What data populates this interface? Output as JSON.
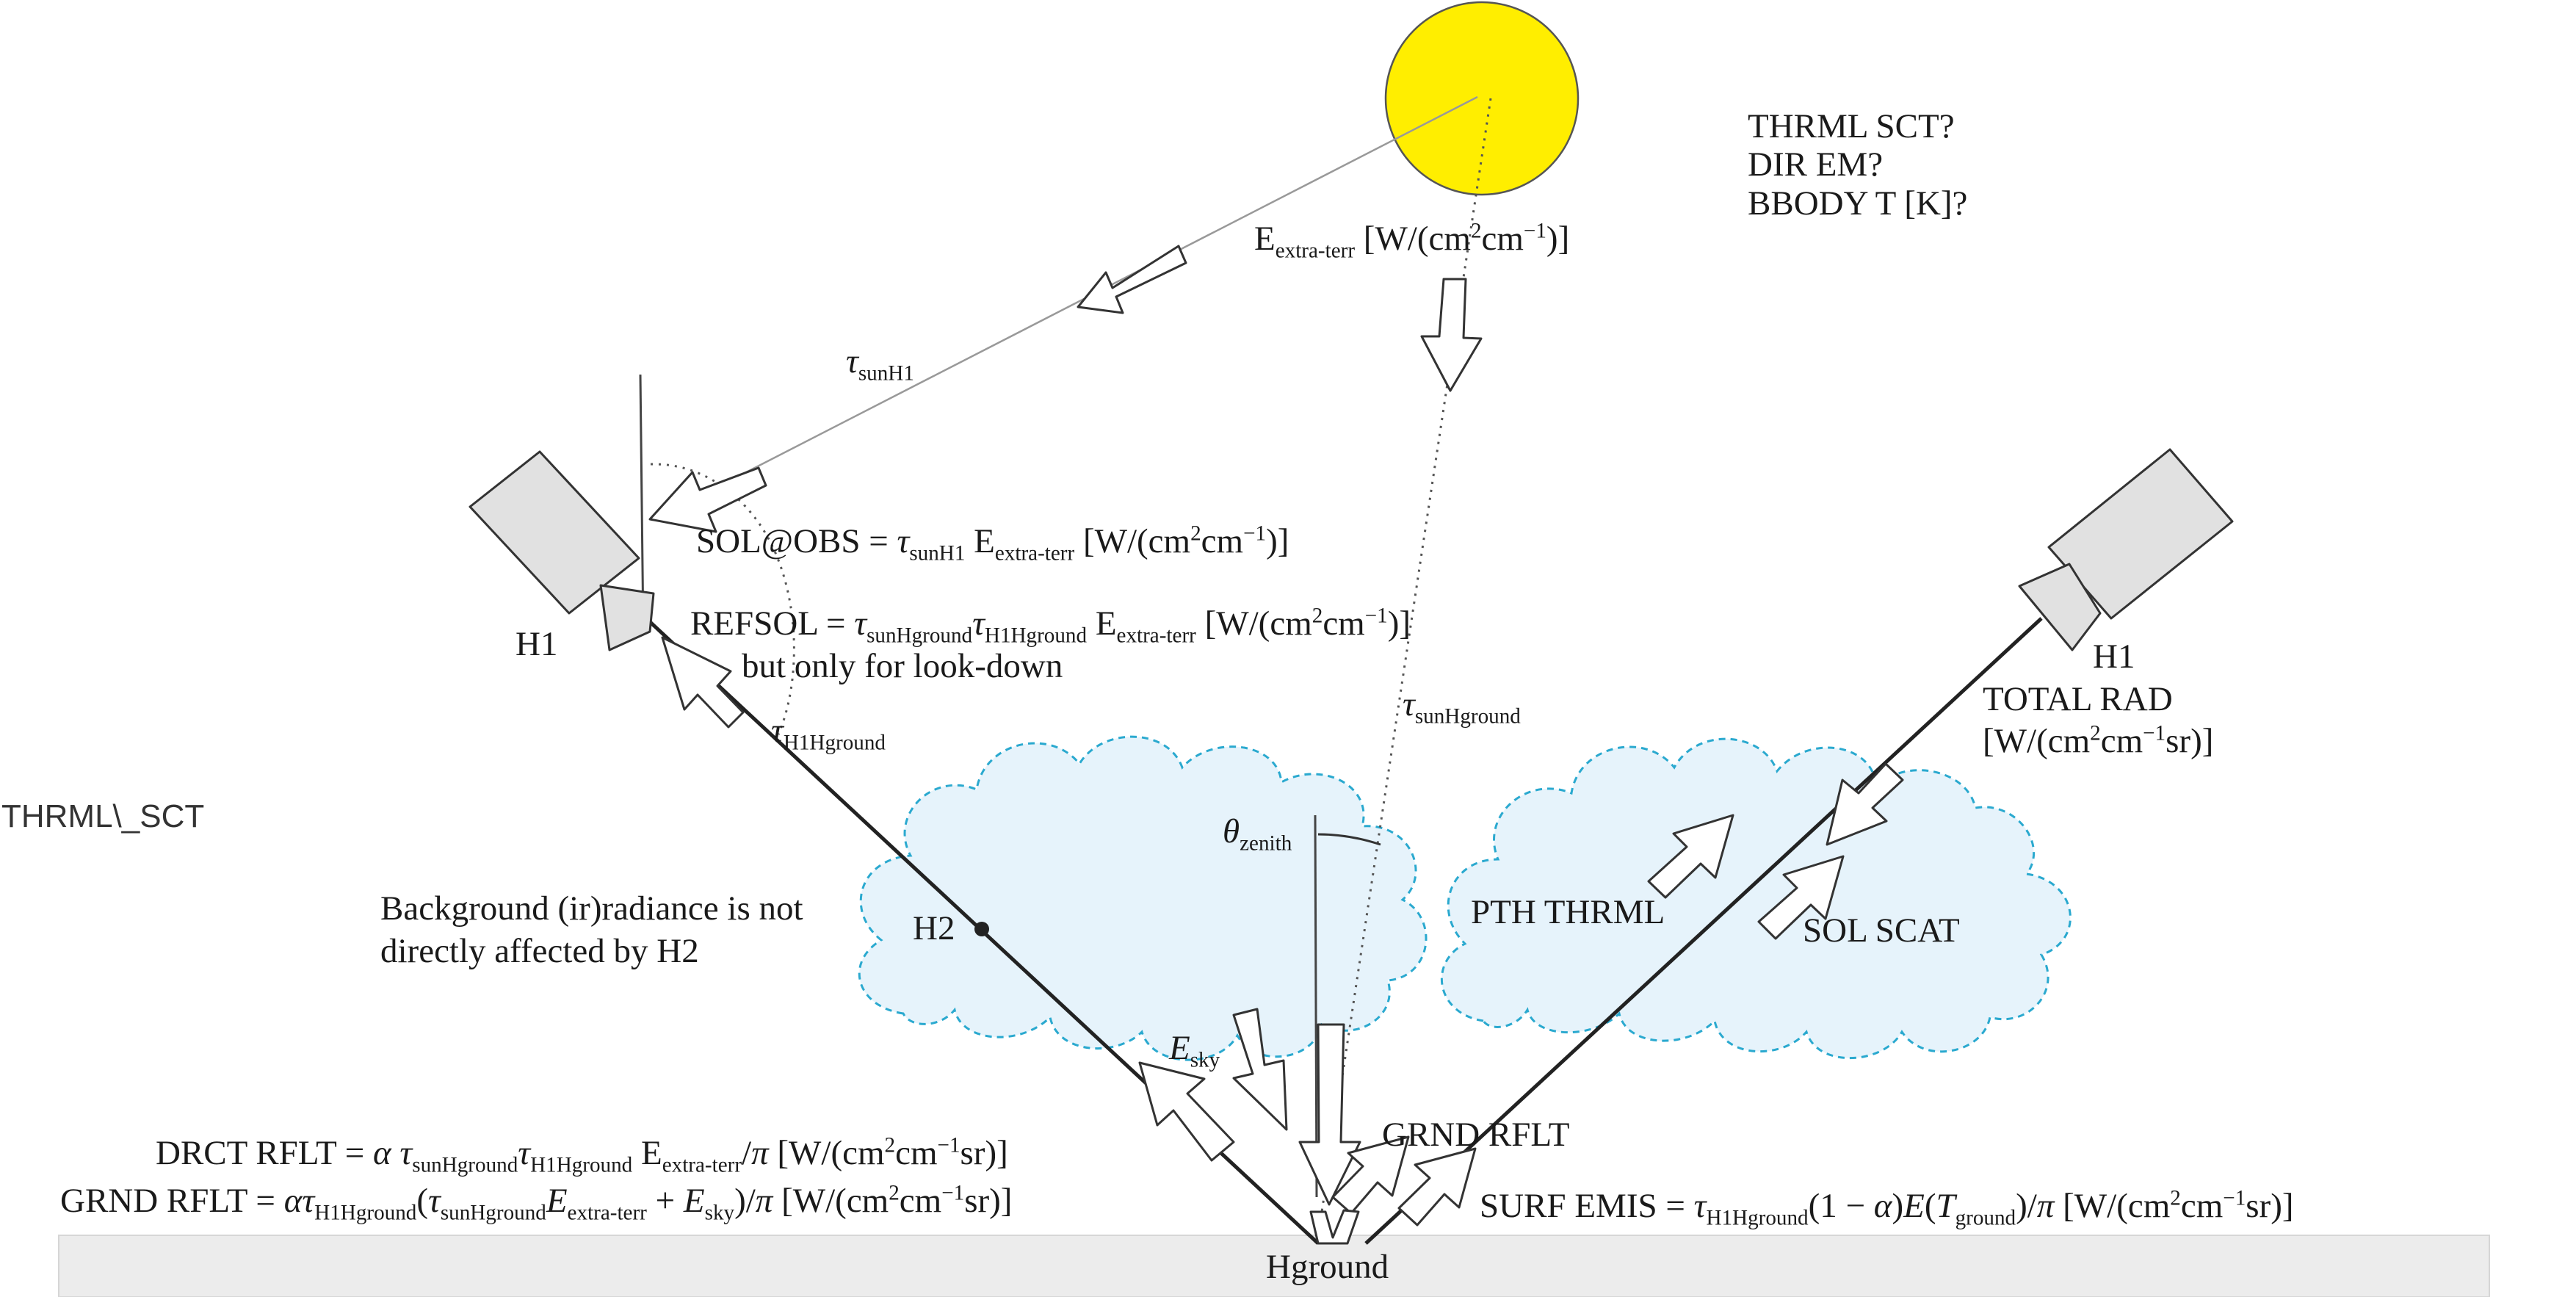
{
  "colors": {
    "sun": "#ffee00",
    "cloud_fill": "#e6f3fb",
    "cloud_stroke": "#2aa9cf",
    "ground": "#ececec",
    "sensor": "#e1e1e1"
  },
  "labels": {
    "thrml_question": "THRML SCT?",
    "dir_em_question": "DIR EM?",
    "bbody_question": "BBODY T [K]?",
    "e_extra_terr": "Eextra-terr [W/(cm2cm−1)]",
    "tau_sun_h1": "τsunH1",
    "sol_at_obs": "SOL@OBS = τsunH1 Eextra-terr [W/(cm2cm−1)]",
    "refsol": "REFSOL = τsunHgroundτH1Hground Eextra-terr [W/(cm2cm−1)]",
    "refsol_note": "but only for look-down",
    "h1_left": "H1",
    "h1_right": "H1",
    "tau_h1_hground": "τH1Hground",
    "tau_sun_hground": "τsunHground",
    "total_rad": "TOTAL RAD",
    "total_rad_units": "[W/(cm2cm−1sr)]",
    "thrml_sct_side": "THRML\\_SCT",
    "theta_zenith": "θzenith",
    "background_line1": "Background (ir)radiance is not",
    "background_line2": "directly affected by H2",
    "h2": "H2",
    "pth_thrml": "PTH THRML",
    "sol_scat": "SOL SCAT",
    "e_sky": "Esky",
    "grnd_rflt": "GRND RFLT",
    "drct_rflt_eq": "DRCT RFLT = α τsunHgroundτH1Hground Eextra-terr/π [W/(cm2cm−1sr)]",
    "grnd_rflt_eq": "GRND RFLT = ατH1Hground(τsunHgroundEextra-terr + Esky)/π [W/(cm2cm−1sr)]",
    "surf_emis_eq": "SURF EMIS = τH1Hground(1 − α)E(Tground)/π [W/(cm2cm−1sr)]",
    "hground": "Hground"
  }
}
